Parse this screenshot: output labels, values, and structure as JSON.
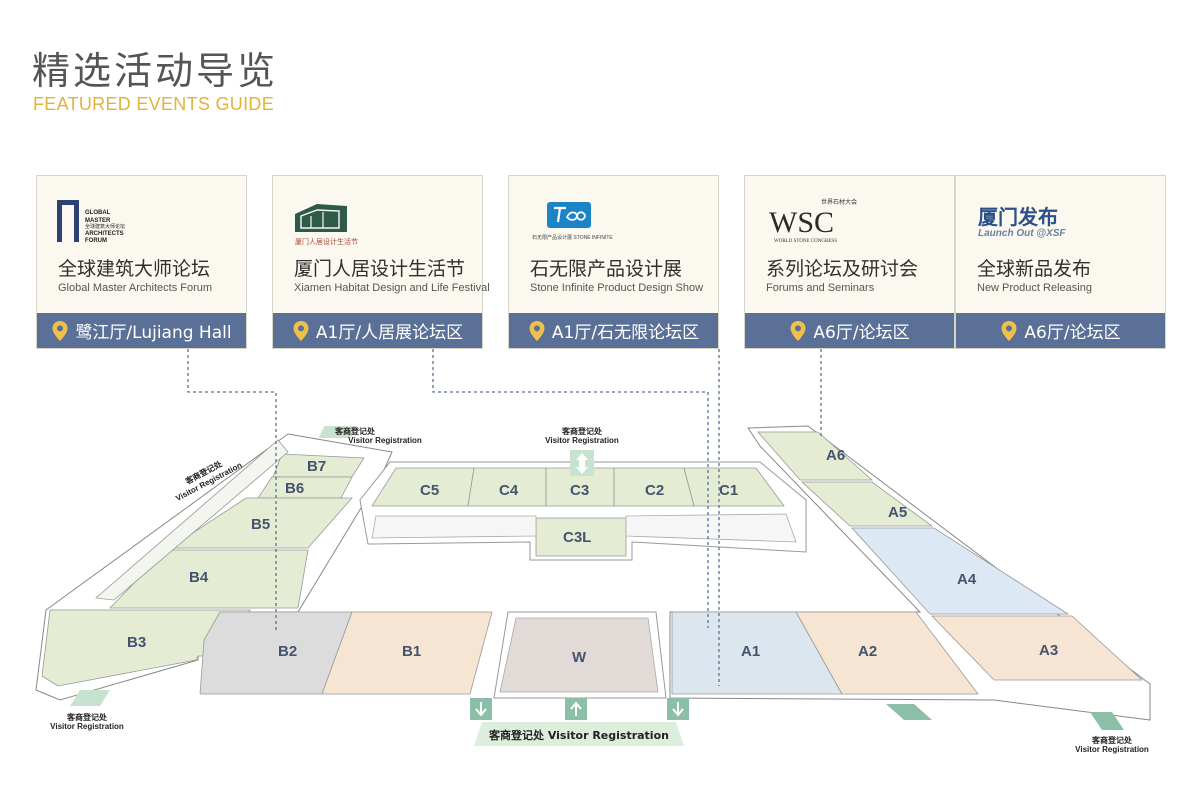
{
  "title_zh": "精选活动导览",
  "title_en": "FEATURED EVENTS GUIDE",
  "events": [
    {
      "name_zh": "全球建筑大师论坛",
      "name_en": "Global Master Architects Forum",
      "location": "鹭江厅/Lujiang Hall",
      "logo_lines": [
        "GLOBAL",
        "MASTER",
        "全球建筑大师论坛",
        "ARCHITECTS",
        "FORUM"
      ]
    },
    {
      "name_zh": "厦门人居设计生活节",
      "name_en": "Xiamen Habitat Design and Life Festival",
      "location": "A1厅/人居展论坛区",
      "logo_lines": [
        "厦门人居设计生活节"
      ]
    },
    {
      "name_zh": "石无限产品设计展",
      "name_en": "Stone Infinite Product Design Show",
      "location": "A1厅/石无限论坛区",
      "logo_lines": [
        "石无限产品设计展 STONE INFINITE"
      ]
    },
    {
      "name_zh": "系列论坛及研讨会",
      "name_en": "Forums and Seminars",
      "location": "A6厅/论坛区",
      "logo_lines": [
        "世界石材大会",
        "WSC",
        "WORLD STONE CONGRESS"
      ]
    },
    {
      "name_zh": "全球新品发布",
      "name_en": "New Product Releasing",
      "location": "A6厅/论坛区",
      "logo_lines": [
        "厦门发布",
        "Launch Out @XSF"
      ]
    }
  ],
  "halls": [
    "B7",
    "B6",
    "B5",
    "B4",
    "B3",
    "B2",
    "B1",
    "C5",
    "C4",
    "C3",
    "C2",
    "C1",
    "C3L",
    "W",
    "A1",
    "A2",
    "A3",
    "A4",
    "A5",
    "A6"
  ],
  "registration": {
    "zh": "客商登记处",
    "en": "Visitor Registration",
    "main": "客商登记处  Visitor Registration"
  },
  "colors": {
    "accent": "#e2b33c",
    "location_bar": "#5a7097",
    "card_bg": "#fbf8ef",
    "hall_green": "#e4ecd4",
    "hall_blue": "#dce9f4",
    "hall_peach": "#f7e5d3",
    "hall_gray": "#dcdcdc"
  }
}
